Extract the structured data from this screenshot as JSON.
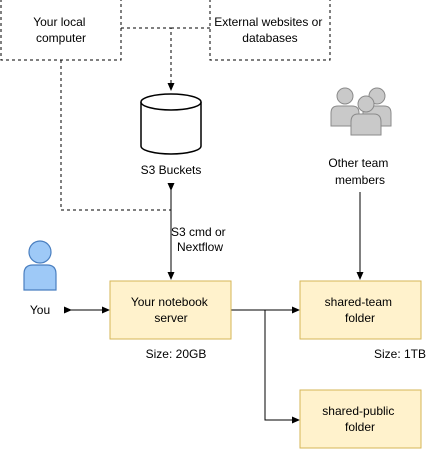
{
  "nodes": {
    "local_computer": {
      "lines": [
        "Your local",
        "computer"
      ]
    },
    "external": {
      "lines": [
        "External websites or",
        "databases"
      ]
    },
    "s3": {
      "label": "S3 Buckets"
    },
    "team": {
      "lines": [
        "Other team",
        "members"
      ]
    },
    "s3_cmd": {
      "lines": [
        "S3 cmd or",
        "Nextflow"
      ]
    },
    "you": {
      "label": "You"
    },
    "notebook": {
      "lines": [
        "Your notebook",
        "server"
      ],
      "size": "Size: 20GB"
    },
    "shared_team": {
      "lines": [
        "shared-team",
        "folder"
      ],
      "size": "Size: 1TB"
    },
    "shared_public": {
      "lines": [
        "shared-public",
        "folder"
      ]
    }
  },
  "colors": {
    "box_fill": "#fff2cc",
    "box_stroke": "#d6b656",
    "person_fill": "#9ec9f7",
    "person_stroke": "#4a7fc0",
    "group_fill": "#c9c9c9",
    "group_stroke": "#8a8a8a",
    "line": "#000000"
  }
}
